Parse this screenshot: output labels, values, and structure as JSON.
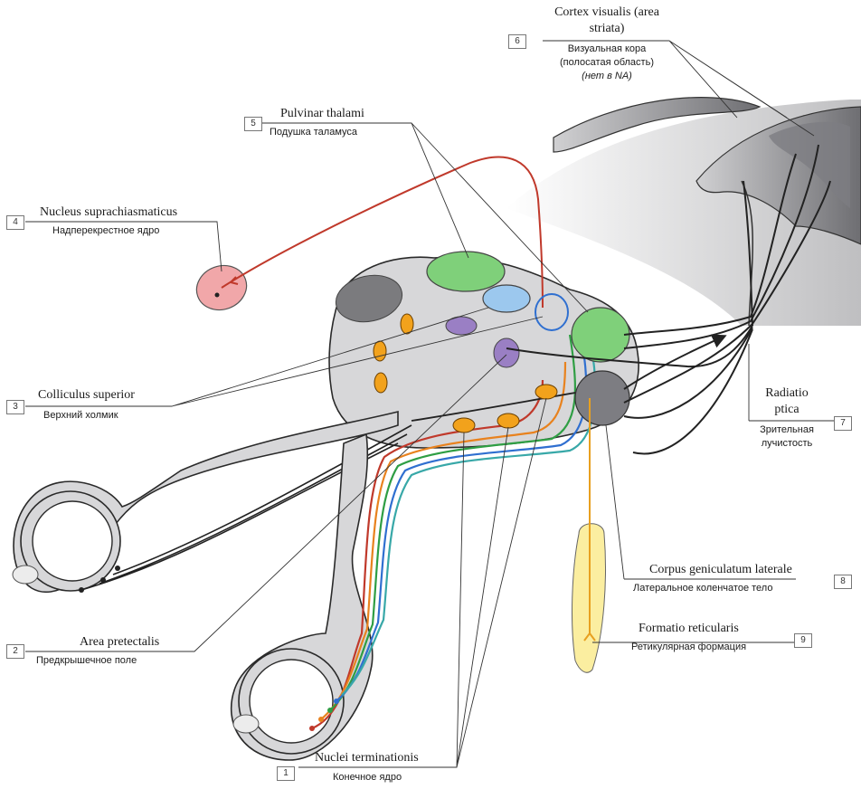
{
  "colors": {
    "structure_fill": "#d7d7d9",
    "structure_stroke": "#2a2a2a",
    "red_pathway": "#c0392b",
    "orange_pathway": "#e8821e",
    "green_pathway": "#2f9e44",
    "blue_pathway": "#2f6fd0",
    "teal_pathway": "#38a8a8",
    "pulvinar_green": "#7fd07a",
    "colliculus_blue": "#9cc8ee",
    "pretectal_purple": "#9a7fc4",
    "scn_pink": "#f1a7a9",
    "reticular_yellow": "#fbeea0",
    "nuclei_orange": "#f2a21c"
  },
  "labels": [
    {
      "number": "1",
      "latin": "Nuclei terminationis",
      "russian": "Конечное ядро"
    },
    {
      "number": "2",
      "latin": "Area pretectalis",
      "russian": "Предкрышечное поле"
    },
    {
      "number": "3",
      "latin": "Colliculus superior",
      "russian": "Верхний холмик"
    },
    {
      "number": "4",
      "latin": "Nucleus suprachiasmaticus",
      "russian": "Надперекрестное ядро"
    },
    {
      "number": "5",
      "latin": "Pulvinar thalami",
      "russian": "Подушка таламуса"
    },
    {
      "number": "6",
      "latin_line1": "Cortex visualis (area",
      "latin_line2": "striata)",
      "russian_line1": "Визуальная кора",
      "russian_line2": "(полосатая область)",
      "russian_line3": "(нет в NA)"
    },
    {
      "number": "7",
      "latin_line1": "Radiatio",
      "latin_line2": "ptica",
      "russian_line1": "Зрительная",
      "russian_line2": "лучистость"
    },
    {
      "number": "8",
      "latin": "Corpus geniculatum laterale",
      "russian": "Латеральное коленчатое тело"
    },
    {
      "number": "9",
      "latin": "Formatio reticularis",
      "russian": "Ретикулярная формация"
    }
  ]
}
